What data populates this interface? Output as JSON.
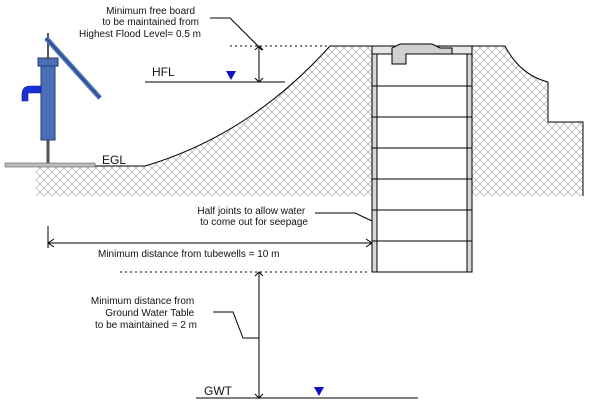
{
  "labels": {
    "free_board": [
      "Minimum free board",
      "to be maintained from",
      "Highest Flood Level= 0.5 m"
    ],
    "hfl": "HFL",
    "egl": "EGL",
    "half_joints": [
      "Half joints to allow water",
      "to come out for seepage"
    ],
    "distance_tubewells": "Minimum distance from tubewells = 10 m",
    "gwt_distance": [
      "Minimum distance from",
      "Ground Water Table",
      "to be maintained = 2 m"
    ],
    "gwt": "GWT"
  },
  "colors": {
    "water_marker": "#1010c8",
    "pump_body": "#4a6fb5",
    "pump_spout": "#1a2fd6",
    "ground_hatch": "#9a9a9a",
    "pit_wall": "#d8d8d8"
  }
}
